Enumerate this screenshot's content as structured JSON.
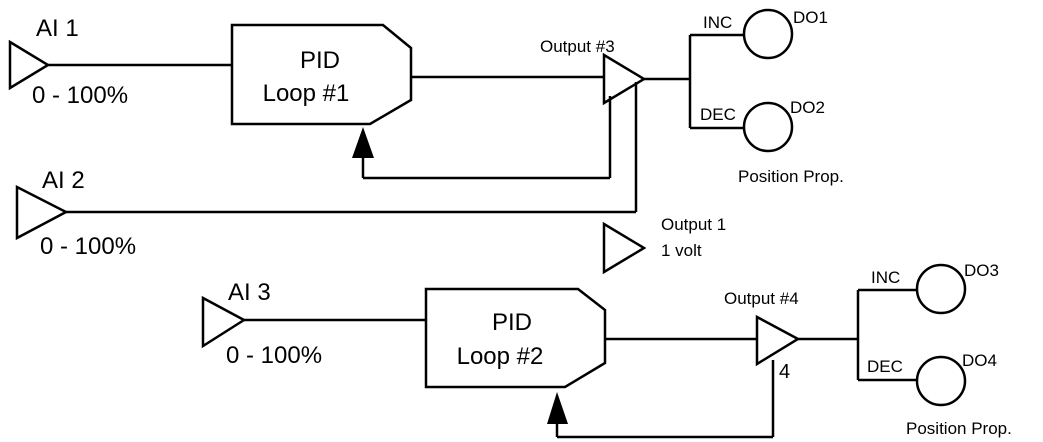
{
  "inputs": {
    "ai1": {
      "name": "AI 1",
      "range": "0 - 100%"
    },
    "ai2": {
      "name": "AI 2",
      "range": "0 - 100%"
    },
    "ai3": {
      "name": "AI 3",
      "range": "0 - 100%"
    }
  },
  "loops": {
    "loop1": {
      "line1": "PID",
      "line2": "Loop #1"
    },
    "loop2": {
      "line1": "PID",
      "line2": "Loop #2"
    }
  },
  "outputs": {
    "output3": {
      "label": "Output #3"
    },
    "output4": {
      "label": "Output #4",
      "tag": "4"
    },
    "output1": {
      "line1": "Output 1",
      "line2": "1 volt"
    }
  },
  "position1": {
    "inc": "INC",
    "dec": "DEC",
    "do_inc": "DO1",
    "do_dec": "DO2",
    "caption": "Position Prop."
  },
  "position2": {
    "inc": "INC",
    "dec": "DEC",
    "do_inc": "DO3",
    "do_dec": "DO4",
    "caption": "Position Prop."
  }
}
